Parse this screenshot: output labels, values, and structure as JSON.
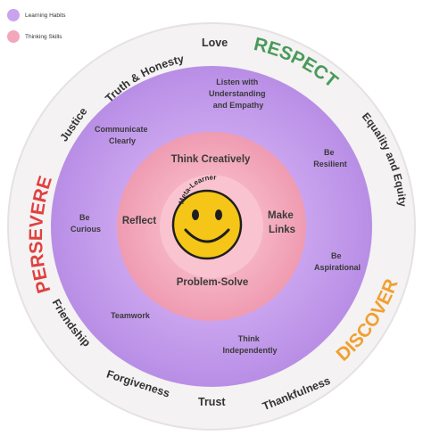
{
  "legend": [
    {
      "label": "Learning Habits",
      "color": "#c9a3ee"
    },
    {
      "label": "Thinking Skills",
      "color": "#f3a7bb"
    }
  ],
  "rim": {
    "values": [
      "Love",
      "Truth & Honesty",
      "Justice",
      "Equality and Equity",
      "Friendship",
      "Forgiveness",
      "Trust",
      "Thankfulness"
    ],
    "headings": [
      {
        "text": "RESPECT",
        "color": "#4a9a5a"
      },
      {
        "text": "PERSEVERE",
        "color": "#e04040"
      },
      {
        "text": "DISCOVER",
        "color": "#f0a030"
      }
    ]
  },
  "habits": [
    [
      "Listen with",
      "Understanding",
      "and Empathy"
    ],
    [
      "Communicate",
      "Clearly"
    ],
    [
      "Be",
      "Resilient"
    ],
    [
      "Be",
      "Curious"
    ],
    [
      "Be",
      "Aspirational"
    ],
    [
      "Teamwork"
    ],
    [
      "Think",
      "Independently"
    ]
  ],
  "skills": {
    "think_creatively": "Think Creatively",
    "reflect": "Reflect",
    "make_links": [
      "Make",
      "Links"
    ],
    "problem_solve": "Problem-Solve"
  },
  "center": {
    "label": "Meta-Learner",
    "face_color": "#f5c518"
  },
  "colors": {
    "rim_fill": "#f4f2f2",
    "habits_fill": "#c9a3ee",
    "skills_fill": "#f3a7bb",
    "inner_fill": "#f7b9c8"
  }
}
